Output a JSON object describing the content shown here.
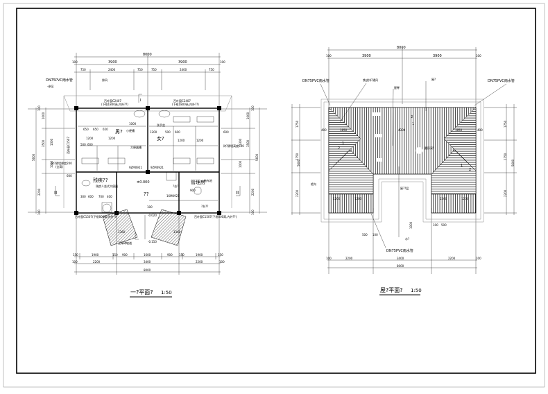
{
  "drawing": {
    "ground_plan": {
      "title": "一?平面?",
      "scale": "1:50",
      "dims_top": {
        "total": "8000",
        "half_left": "3900",
        "half_right": "3900",
        "edge_left": "100",
        "edge_right": "100",
        "seg": [
          "750",
          "2400",
          "750",
          "750",
          "2400",
          "750"
        ]
      },
      "dims_bottom": {
        "row1": [
          "150",
          "1900",
          "150",
          "900",
          "1600",
          "900",
          "150",
          "1900",
          "150"
        ],
        "row2": [
          "100",
          "2200",
          "3400",
          "2200",
          "100"
        ],
        "total": "8000"
      },
      "dims_side": {
        "left": [
          "100",
          "1000",
          "1300",
          "1000",
          "2200",
          "100"
        ],
        "left_total": "5600",
        "left_sub": "3500",
        "right": [
          "100",
          "1000",
          "1300",
          "1000",
          "2200",
          "100"
        ],
        "right_total": "5600",
        "right_sub": "3500"
      },
      "labels": {
        "pipe": "DN75PVC雨水管",
        "pipe_sub": "-参见",
        "vent": "排风",
        "window_left": "百叶窗C2407",
        "window_left_sub": "(下框1800高,内外??)",
        "window_right": "百叶窗C2407",
        "window_right_sub": "(下框1800高,内外??)",
        "men": "男?",
        "women": "女?",
        "urinal": "小便槽",
        "squat": "大便器槽",
        "basin": "洗手盆",
        "door_m": "9ZM0921",
        "door_w": "9ZM0921",
        "door_3": "16M0921",
        "accessible": "残疾??",
        "accessible_sub": "残疾人坐式大便器",
        "level_0": "±0.000",
        "level_1": "-0.020",
        "level_2": "-0.150",
        "hall": "??",
        "manager": "管理房",
        "mop": "拖布池",
        "wash": "?台??",
        "tool": "?台?",
        "ramp": "无障碍坡道",
        "partition": "砖?隔墙厚度200",
        "partition_sub": "(全高)",
        "partition_r": "砖?隔墙高度500",
        "win_bottom_left": "百叶窗C1507(下框800高,内外??)",
        "win_bottom_right": "百叶窗C1507(下框800高,内外??)",
        "section": "I",
        "section2": "II",
        "w_left_vert": "百叶窗C1507",
        "d1": "650",
        "d2": "1000",
        "d3": "1200",
        "d4": "500",
        "d5": "600",
        "d6": "100",
        "d7": "400",
        "d8": "1360",
        "d9": "700",
        "d10": "900",
        "d11": "300"
      }
    },
    "roof_plan": {
      "title": "屋?平面?",
      "scale": "1:50",
      "dims_top": {
        "total": "8000",
        "half_left": "3900",
        "half_right": "3900",
        "edge_left": "100",
        "edge_right": "100"
      },
      "dims_bottom": {
        "row1": [
          "100",
          "2200",
          "3400",
          "2200",
          "100"
        ],
        "total": "8000"
      },
      "dims_side": {
        "left": [
          "100",
          "1750",
          "1750",
          "2200",
          "100"
        ],
        "left_total": "5600",
        "right": [
          "100",
          "1750",
          "1750",
          "2200",
          "100"
        ],
        "right_total": "5600"
      },
      "labels": {
        "pipe_left": "DN75PVC雨水管",
        "pipe_right": "DN75PVC雨水管",
        "pipe_bottom": "DN75PVC雨水管",
        "vent": "铁皮排?通风",
        "ridge": "屋脊",
        "roof": "屋?",
        "skylight": "圆形采?",
        "gutter": "檐沟",
        "flat": "屋??层",
        "water": "水?",
        "d_1850a": "1850",
        "d_4300": "4300",
        "d_1850b": "1850",
        "d_400a": "400",
        "d_400b": "400",
        "d_1200a": "1200",
        "d_1200b": "1200",
        "d_1200c": "1200",
        "d_1200d": "1200",
        "d_500": "500",
        "d_100": "100",
        "d_1000": "1000",
        "d_600": "600",
        "slope_num": "1",
        "slope_den": "2"
      }
    }
  }
}
